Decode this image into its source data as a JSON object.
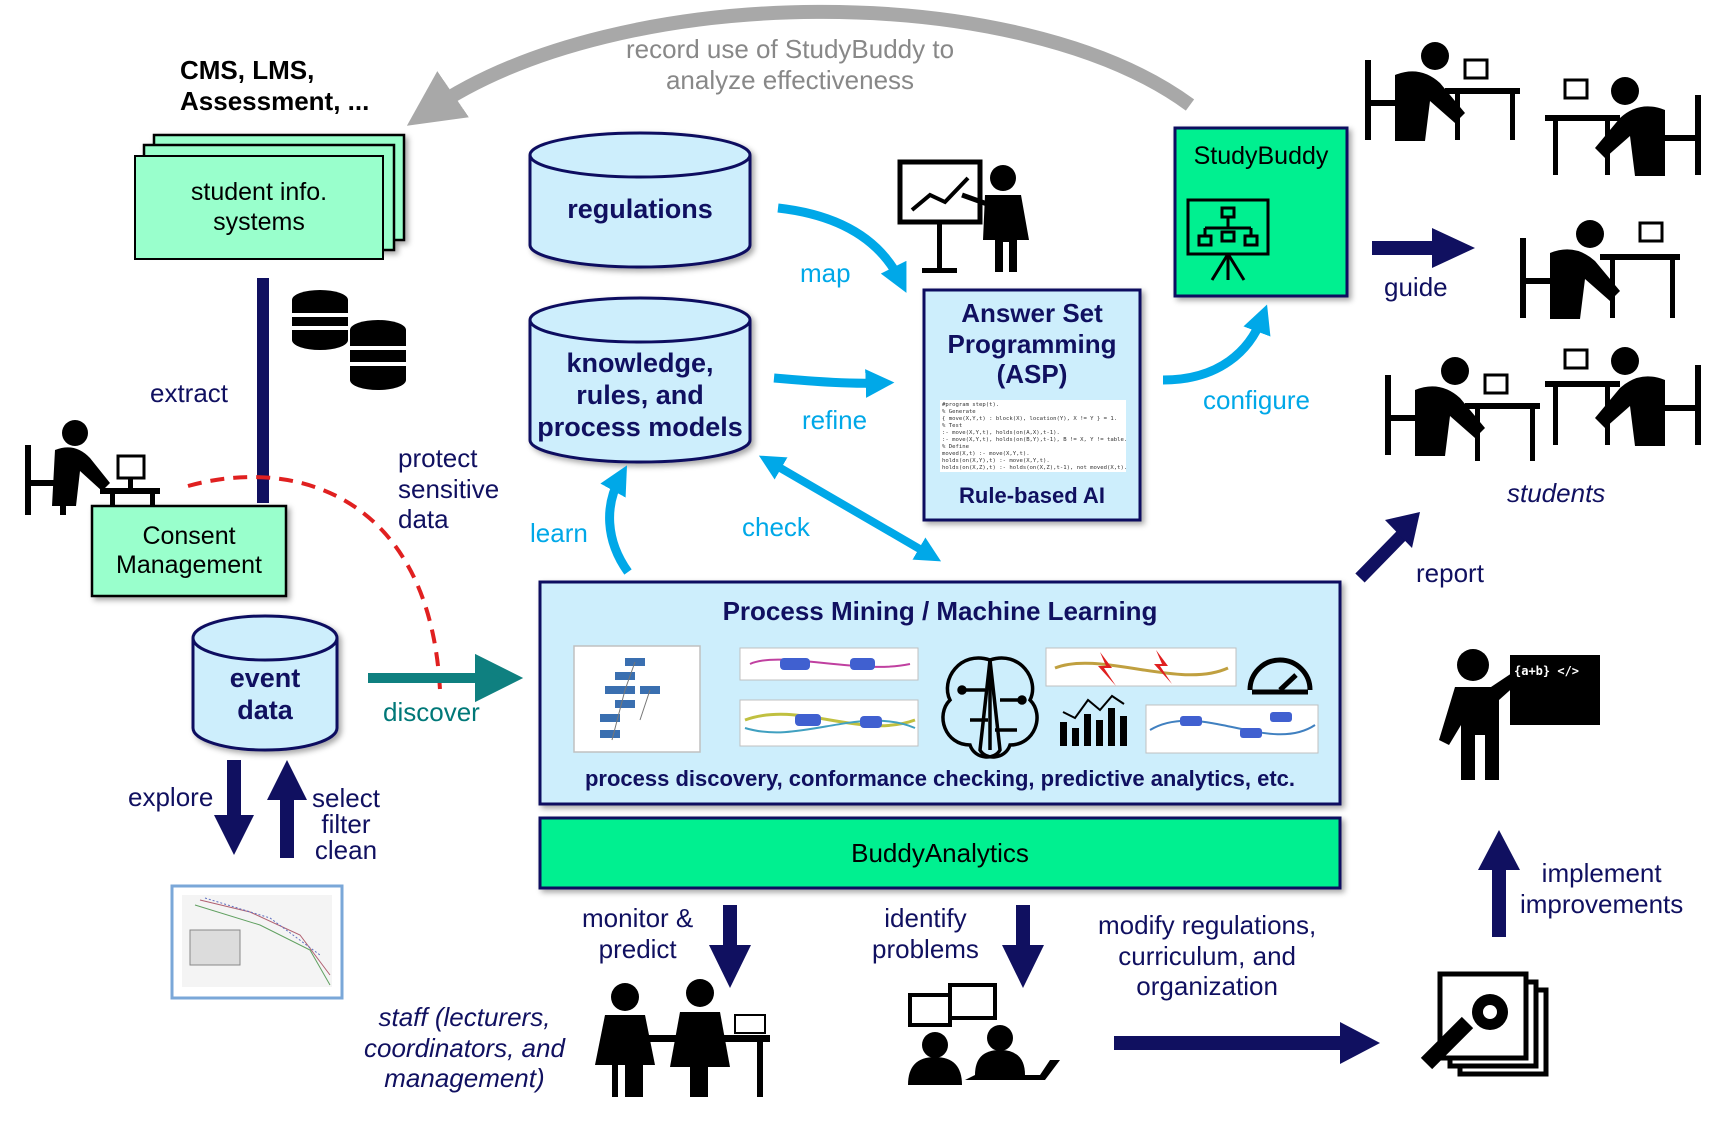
{
  "colors": {
    "navy": "#101060",
    "cyan": "#00a8e8",
    "teal": "#0f8080",
    "gray": "#a8a8a8",
    "red_dash": "#e02020",
    "mint": "#99ffcc",
    "green": "#00f090",
    "light_blue": "#cdeefc"
  },
  "sources": {
    "title": "CMS, LMS,\nAssessment, ..."
  },
  "student_info": {
    "label": "student info.\nsystems"
  },
  "consent": {
    "label": "Consent\nManagement"
  },
  "event_data": {
    "label": "event\ndata"
  },
  "regulations": {
    "label": "regulations"
  },
  "knowledge": {
    "label": "knowledge,\nrules, and\nprocess models"
  },
  "asp": {
    "title": "Answer Set\nProgramming\n(ASP)",
    "subtitle": "Rule-based AI",
    "code": "#program step(t).\n% Generate\n{ move(X,Y,t) : block(X), location(Y), X != Y } = 1.\n% Test\n:- move(X,Y,t), holds(on(A,X),t-1).\n:- move(X,Y,t), holds(on(B,Y),t-1), B != X, Y != table.\n% Define\nmoved(X,t) :- move(X,Y,t).\nholds(on(X,Y),t) :- move(X,Y,t).\nholds(on(X,Z),t) :- holds(on(X,Z),t-1), not moved(X,t)."
  },
  "studybuddy": {
    "label": "StudyBuddy"
  },
  "pm": {
    "title": "Process Mining / Machine Learning",
    "subtitle": "process discovery, conformance checking, predictive analytics, etc."
  },
  "buddy_analytics": {
    "label": "BuddyAnalytics"
  },
  "labels": {
    "record": "record use of StudyBuddy to\nanalyze effectiveness",
    "extract": "extract",
    "protect": "protect\nsensitive\ndata",
    "discover": "discover",
    "explore": "explore",
    "select": "select\nfilter\nclean",
    "map": "map",
    "refine": "refine",
    "learn": "learn",
    "check": "check",
    "configure": "configure",
    "guide": "guide",
    "students": "students",
    "report": "report",
    "monitor": "monitor &\npredict",
    "identify": "identify\nproblems",
    "modify": "modify regulations,\ncurriculum, and\norganization",
    "implement": "implement\nimprovements",
    "staff": "staff (lecturers,\ncoordinators, and\nmanagement)"
  },
  "icons": [
    "database-icon",
    "person-at-desk-icon",
    "presenter-chart-icon",
    "org-chart-board-icon",
    "student-desk-icon",
    "brain-icon",
    "gauge-icon",
    "bar-chart-icon",
    "teacher-board-icon",
    "meeting-icon",
    "video-call-icon",
    "settings-document-icon",
    "event-log-thumbnail"
  ]
}
